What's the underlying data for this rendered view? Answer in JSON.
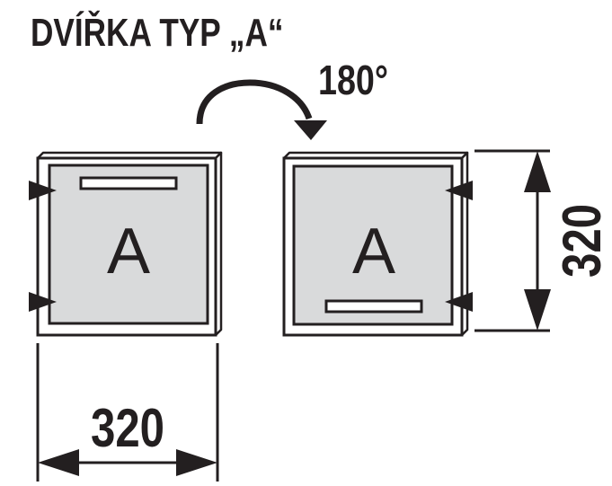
{
  "title": "DVÍŘKA TYP „A“",
  "rotation_label": "180°",
  "door_left": {
    "letter": "A"
  },
  "door_right": {
    "letter": "A"
  },
  "dim_width": "320",
  "dim_height": "320",
  "colors": {
    "ink": "#231f20",
    "panel": "#d9dadb",
    "background": "#ffffff"
  },
  "icons": {
    "rotation": "curved-arrow-icon",
    "hinge": "triangle-marker-icon"
  }
}
